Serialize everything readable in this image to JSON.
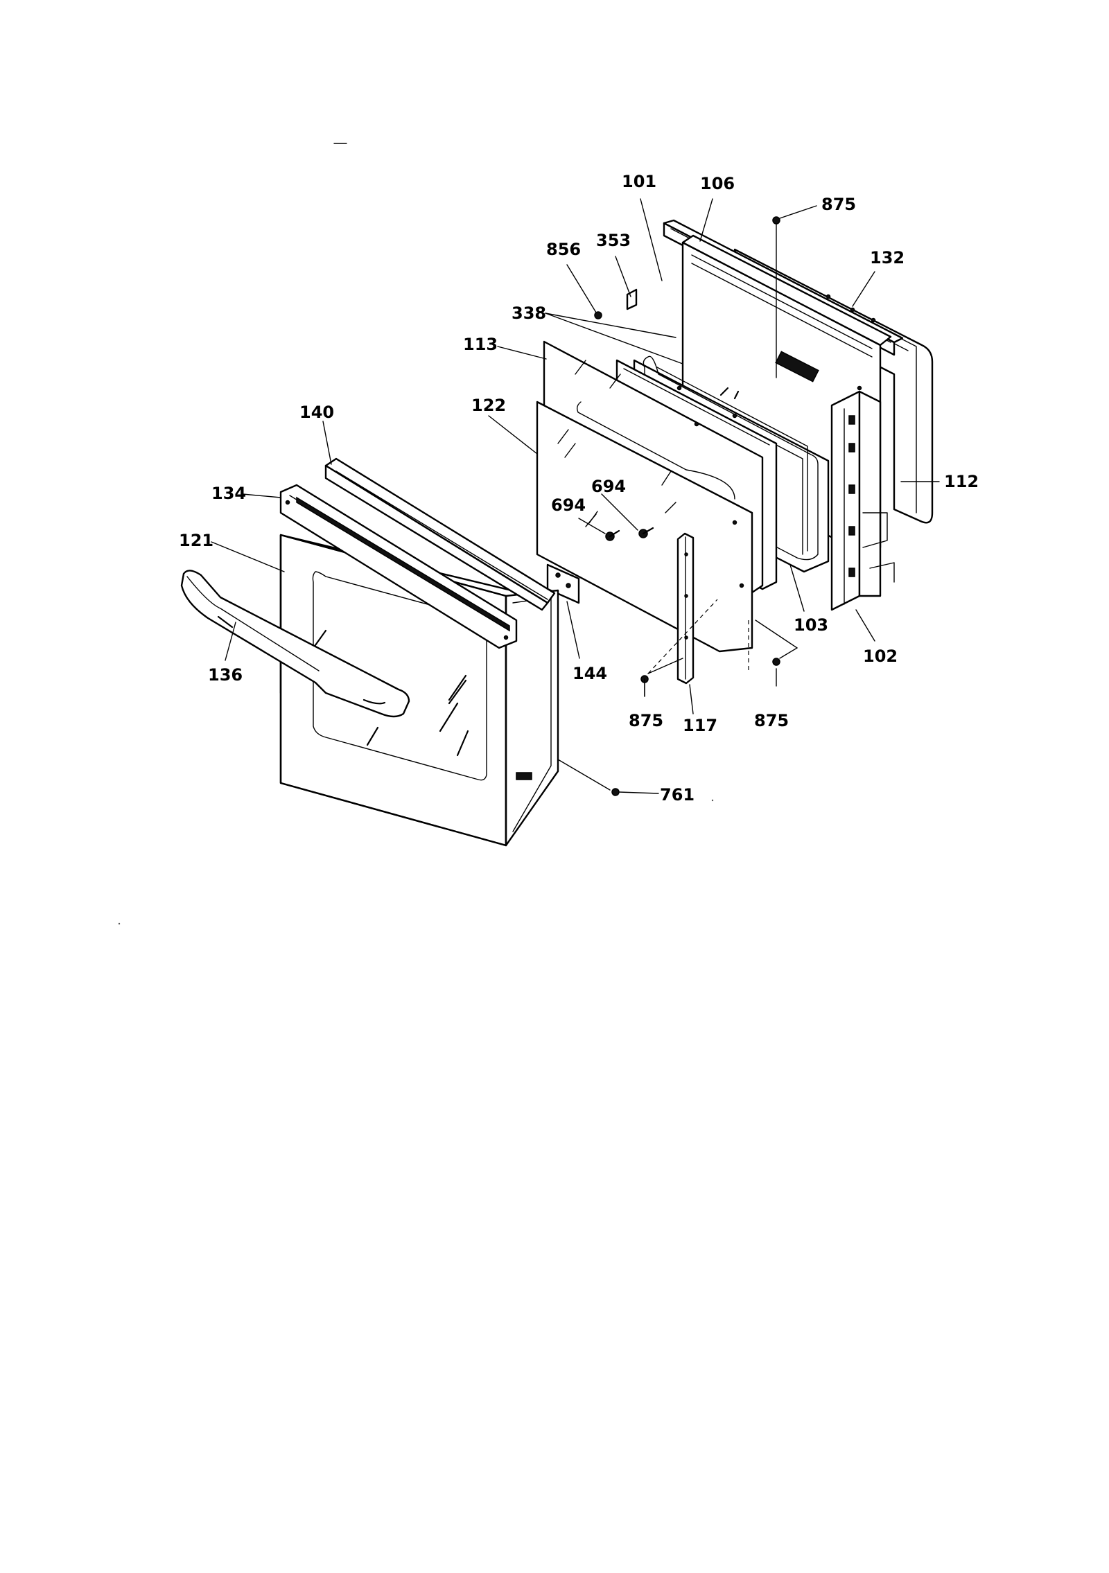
{
  "labels": {
    "p101": "101",
    "p106": "106",
    "p875_top": "875",
    "p132": "132",
    "p856": "856",
    "p353": "353",
    "p338": "338",
    "p113": "113",
    "p140": "140",
    "p122": "122",
    "p112": "112",
    "p134": "134",
    "p694_a": "694",
    "p694_b": "694",
    "p121": "121",
    "p136": "136",
    "p144": "144",
    "p875_left": "875",
    "p117": "117",
    "p875_right": "875",
    "p103": "103",
    "p102": "102",
    "p761": "761"
  }
}
